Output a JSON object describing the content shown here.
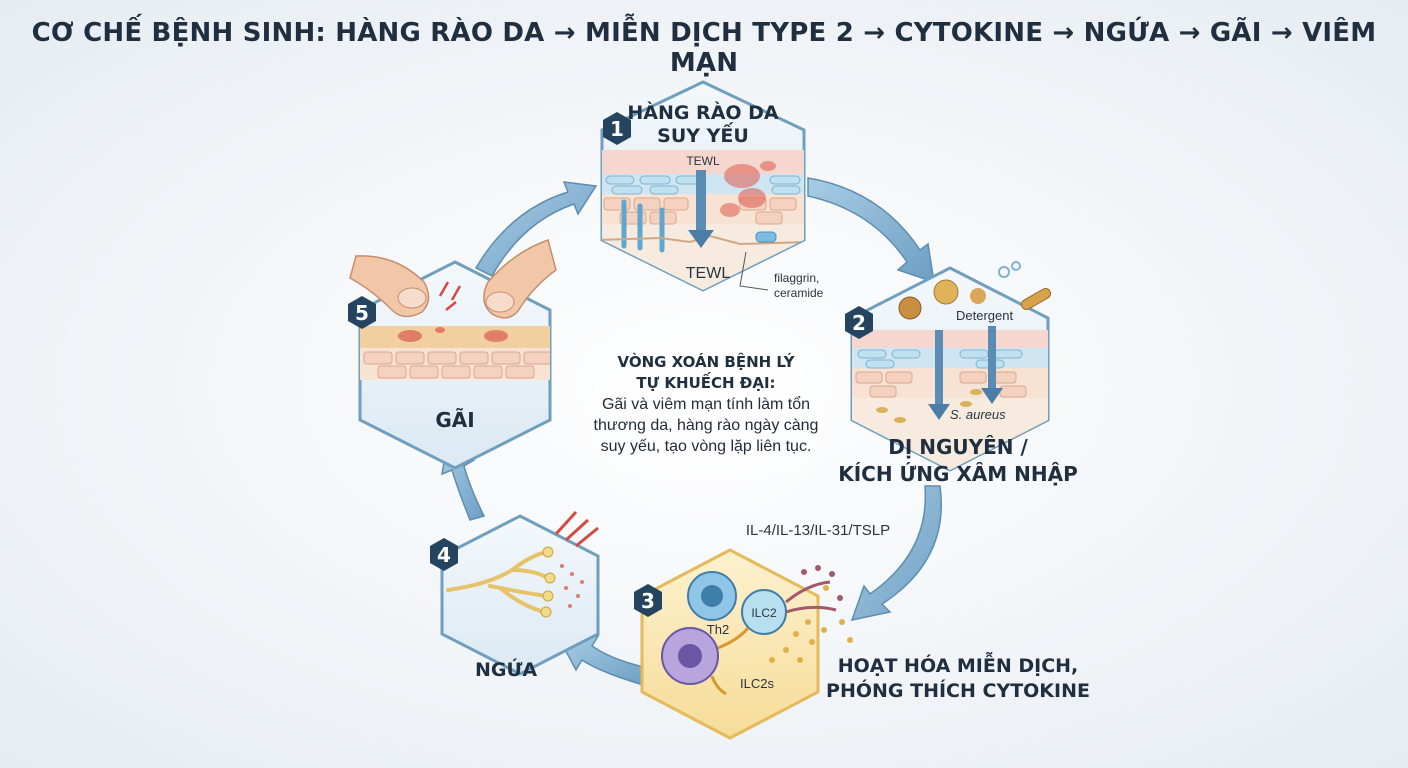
{
  "title": "CƠ CHẾ BỆNH SINH: HÀNG RÀO DA → MIỄN DỊCH TYPE 2 → CYTOKINE → NGỨA → GÃI → VIÊM MẠN",
  "steps": [
    {
      "number": "1",
      "title_line1": "HÀNG RÀO DA",
      "title_line2": "SUY YẾU",
      "labels": [
        "TEWL",
        "TEWL",
        "filaggrin,",
        "ceramide"
      ]
    },
    {
      "number": "2",
      "title_line1": "DỊ NGUYÊN /",
      "title_line2": "KÍCH ỨNG XÂM NHẬP",
      "labels": [
        "Detergent",
        "S. aureus"
      ]
    },
    {
      "number": "3",
      "title_line1": "HOẠT HÓA MIỄN DỊCH,",
      "title_line2": "PHÓNG THÍCH CYTOKINE",
      "labels": [
        "IL-4/IL-13/IL-31/TSLP",
        "Th2",
        "ILC2",
        "ILC2s"
      ]
    },
    {
      "number": "4",
      "title_line1": "NGỨA"
    },
    {
      "number": "5",
      "title_line1": "GÃI"
    }
  ],
  "center": {
    "heading_line1": "VÒNG XOÁN BỆNH LÝ",
    "heading_line2": "TỰ KHUẾCH ĐẠI:",
    "body_line1": "Gãi và viêm mạn tính làm tổn",
    "body_line2": "thương da, hàng rào ngày càng",
    "body_line3": "suy yếu, tạo vòng lặp liên tục."
  },
  "colors": {
    "arrow": "#7fb0cf",
    "hex_border": "#6f9fbe",
    "hex_fill": "#e6f0f7",
    "immune_fill": "#fbe6b0",
    "badge": "#24445f"
  }
}
